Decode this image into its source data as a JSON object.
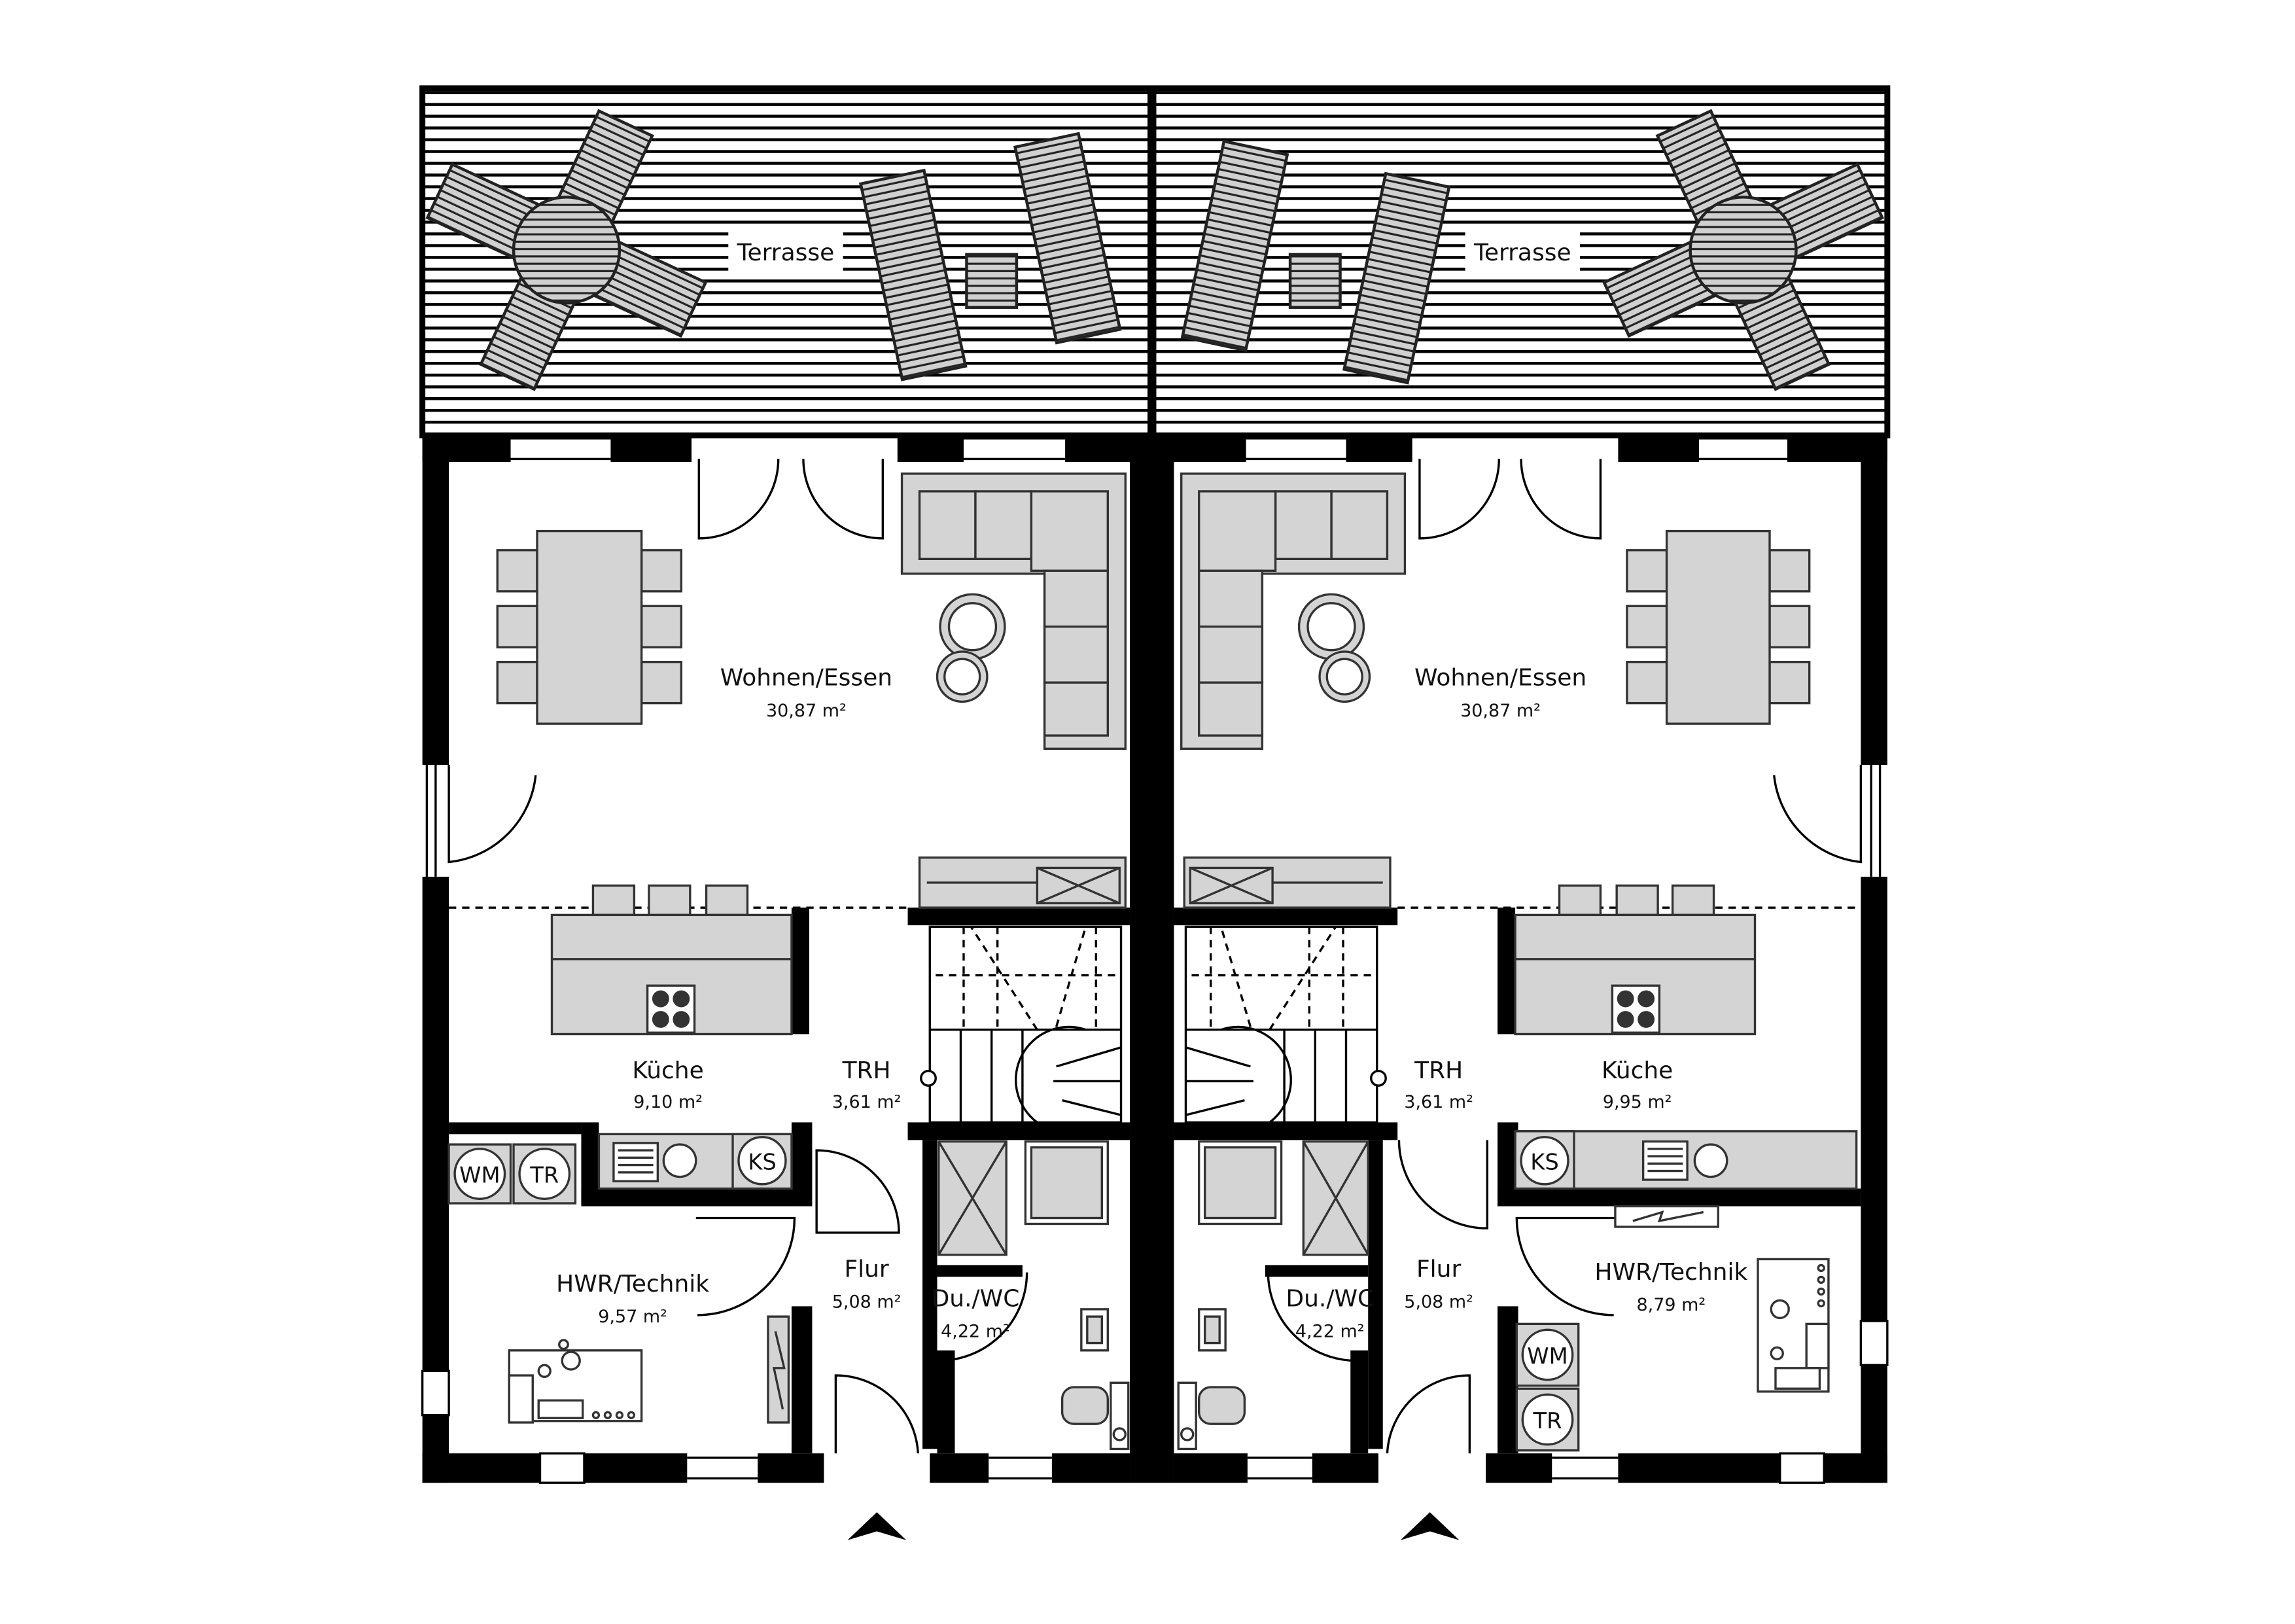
{
  "colors": {
    "wall": "#000000",
    "furniture_fill": "#d4d4d4",
    "furniture_stroke": "#333333",
    "background": "#ffffff"
  },
  "left_unit": {
    "terrace": "Terrasse",
    "living": {
      "name": "Wohnen/Essen",
      "area": "30,87 m²"
    },
    "kitchen": {
      "name": "Küche",
      "area": "9,10 m²"
    },
    "stairs": {
      "name": "TRH",
      "area": "3,61 m²"
    },
    "utility": {
      "name": "HWR/Technik",
      "area": "9,57 m²"
    },
    "hall": {
      "name": "Flur",
      "area": "5,08 m²"
    },
    "bath": {
      "name": "Du./WC",
      "area": "4,22 m²"
    },
    "appliances": {
      "washer": "WM",
      "dryer": "TR",
      "fridge": "KS"
    }
  },
  "right_unit": {
    "terrace": "Terrasse",
    "living": {
      "name": "Wohnen/Essen",
      "area": "30,87 m²"
    },
    "kitchen": {
      "name": "Küche",
      "area": "9,95 m²"
    },
    "stairs": {
      "name": "TRH",
      "area": "3,61 m²"
    },
    "utility": {
      "name": "HWR/Technik",
      "area": "8,79 m²"
    },
    "hall": {
      "name": "Flur",
      "area": "5,08 m²"
    },
    "bath": {
      "name": "Du./WC",
      "area": "4,22 m²"
    },
    "appliances": {
      "washer": "WM",
      "dryer": "TR",
      "fridge": "KS"
    }
  },
  "icons": [
    "entrance-arrow-icon",
    "stove-icon",
    "sink-icon",
    "door-swing-icon",
    "parasol-table-icon",
    "sun-lounger-icon"
  ]
}
